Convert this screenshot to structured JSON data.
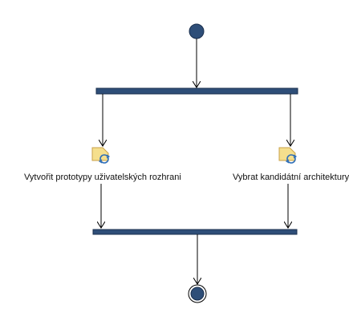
{
  "diagram": {
    "type": "activity",
    "colors": {
      "node_fill": "#2e4e78",
      "node_stroke": "#1a2f4d",
      "line": "#000000",
      "task_icon_fill": "#f5df8d",
      "task_icon_stroke": "#c9a24a",
      "cycle_arrow": "#2f6fb8"
    },
    "nodes": [
      {
        "id": "start",
        "kind": "initial"
      },
      {
        "id": "fork",
        "kind": "fork-bar"
      },
      {
        "id": "activity-left",
        "kind": "activity",
        "icon": "cycle-task-icon"
      },
      {
        "id": "activity-right",
        "kind": "activity",
        "icon": "cycle-task-icon"
      },
      {
        "id": "join",
        "kind": "join-bar"
      },
      {
        "id": "end",
        "kind": "final"
      }
    ],
    "activities": [
      {
        "label": "Vytvořit prototypy uživatelských rozhrani"
      },
      {
        "label": "Vybrat kandidátní architektury"
      }
    ],
    "edges": [
      {
        "from": "start",
        "to": "fork"
      },
      {
        "from": "fork",
        "to": "activity-left"
      },
      {
        "from": "fork",
        "to": "activity-right"
      },
      {
        "from": "activity-left",
        "to": "join"
      },
      {
        "from": "activity-right",
        "to": "join"
      },
      {
        "from": "join",
        "to": "end"
      }
    ]
  }
}
